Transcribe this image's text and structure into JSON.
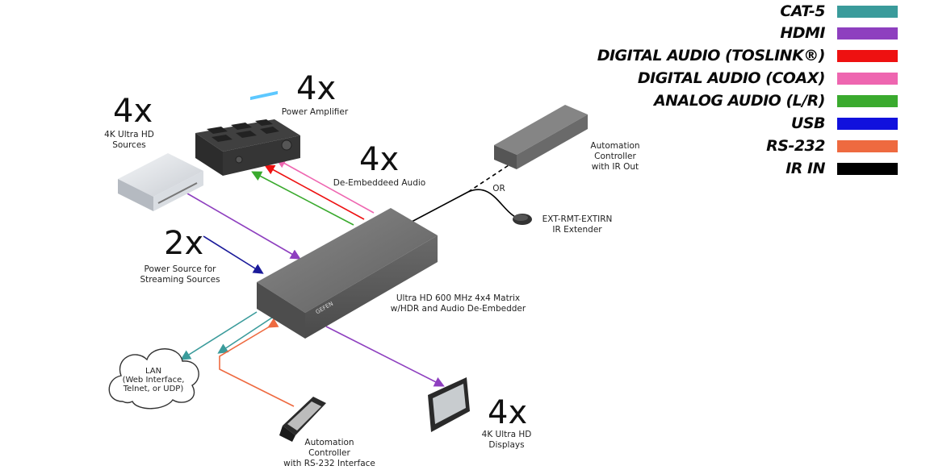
{
  "legend": [
    {
      "label": "CAT-5",
      "color": "#3a9b9b"
    },
    {
      "label": "HDMI",
      "color": "#8e3fbf"
    },
    {
      "label": "DIGITAL AUDIO (TOSLINK®)",
      "color": "#ee1111"
    },
    {
      "label": "DIGITAL AUDIO (COAX)",
      "color": "#ee66b0"
    },
    {
      "label": "ANALOG AUDIO (L/R)",
      "color": "#3aaa2e"
    },
    {
      "label": "USB",
      "color": "#1111dd"
    },
    {
      "label": "RS-232",
      "color": "#ee6a40"
    },
    {
      "label": "IR IN",
      "color": "#000000"
    }
  ],
  "labels": {
    "amp_count": "4x",
    "amp_name": "Power Amplifier",
    "src_count": "4x",
    "src_line1": "4K Ultra  HD",
    "src_line2": "Sources",
    "audio_count": "4x",
    "audio_name": "De-Embeddeed Audio",
    "power_count": "2x",
    "power_line1": "Power Source for",
    "power_line2": "Streaming Sources",
    "auto_ir_line1": "Automation",
    "auto_ir_line2": "Controller",
    "auto_ir_line3": "with IR Out",
    "or": "OR",
    "ir_ext_line1": "EXT-RMT-EXTIRN",
    "ir_ext_line2": "IR Extender",
    "matrix_line1": "Ultra HD 600 MHz 4x4 Matrix",
    "matrix_line2": "w/HDR and Audio De-Embedder",
    "matrix_brand": "GEFEN",
    "lan_line1": "LAN",
    "lan_line2": "(Web Interface,",
    "lan_line3": "Telnet, or UDP)",
    "auto_rs_line1": "Automation",
    "auto_rs_line2": "Controller",
    "auto_rs_line3": "with RS-232 Interface",
    "disp_count": "4x",
    "disp_line1": "4K Ultra HD",
    "disp_line2": "Displays"
  }
}
